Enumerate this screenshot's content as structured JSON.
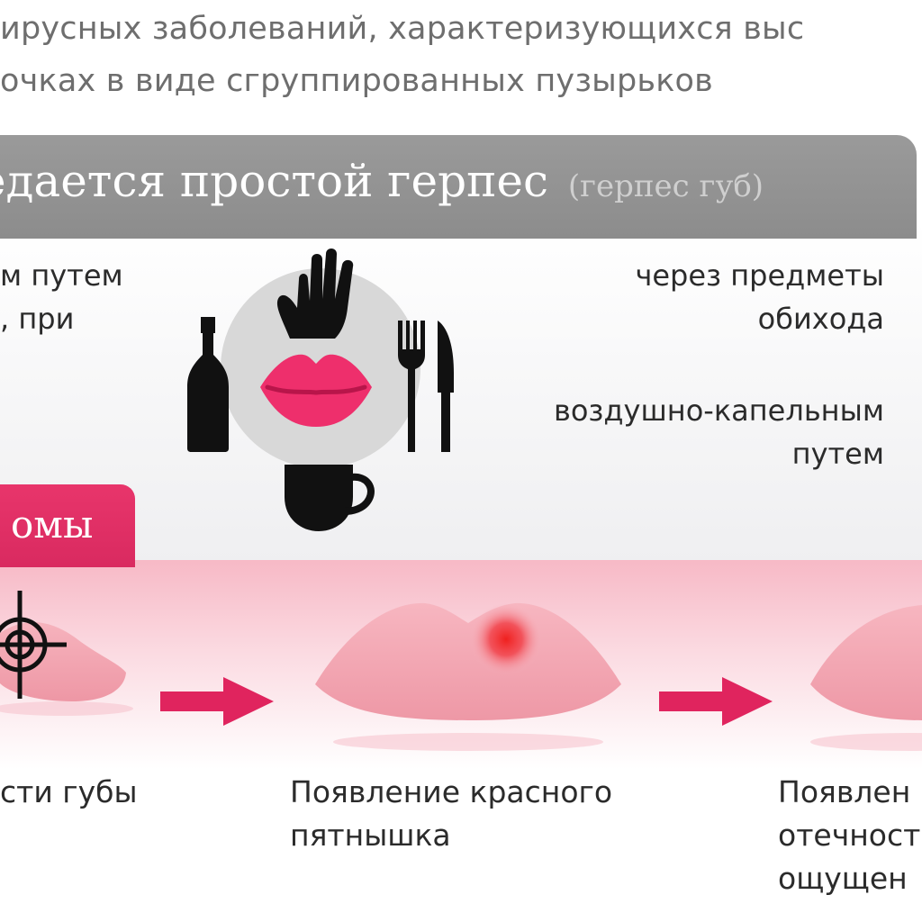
{
  "intro": {
    "line1": "ирусных заболеваний, характеризующихся выс",
    "line2": "очках в виде сгруппированных пузырьков"
  },
  "transmission": {
    "title": "редается простой герпес",
    "subtitle": "(герпес губ)",
    "left_text": [
      "м путем",
      ", при"
    ],
    "right_items": [
      {
        "lines": [
          "через предметы",
          "обихода"
        ]
      },
      {
        "lines": [
          "воздушно-капельным",
          "путем"
        ]
      }
    ],
    "icons": [
      "hand-icon",
      "bottle-icon",
      "lips-icon",
      "fork-icon",
      "knife-icon",
      "cup-icon"
    ]
  },
  "symptoms": {
    "tab_label": "омы",
    "stages": [
      {
        "caption": [
          "сти губы"
        ]
      },
      {
        "caption": [
          "Появление красного",
          "пятнышка"
        ]
      },
      {
        "caption": [
          "Появлен",
          "отечност",
          "ощущен"
        ]
      }
    ]
  },
  "colors": {
    "accent": "#e0245e",
    "banner": "#929292",
    "lip": "#f0a1ad"
  }
}
